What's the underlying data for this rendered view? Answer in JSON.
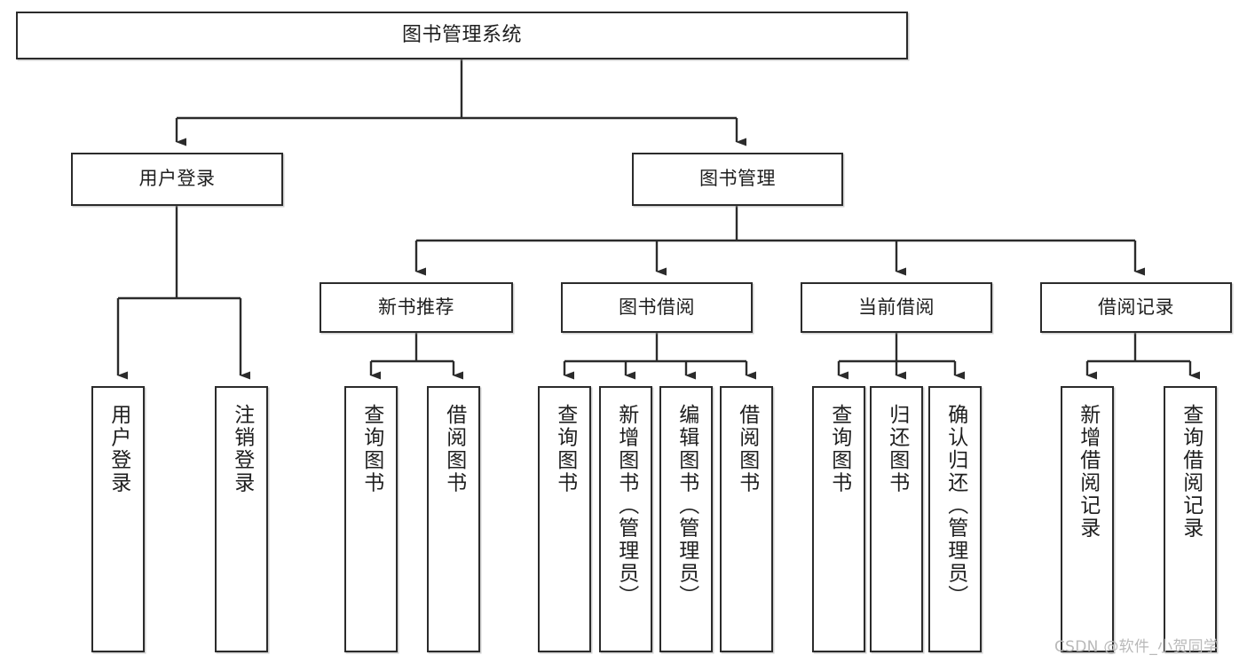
{
  "diagram": {
    "title": "图书管理系统",
    "type": "hierarchy-tree",
    "watermark": "CSDN @软件_小贺同学",
    "colors": {
      "border": "#2b2b2b",
      "background": "#ffffff",
      "text": "#1e1e1e",
      "connector": "#2b2b2b",
      "watermark": "#b9b9b9"
    },
    "nodes": {
      "root": {
        "label": "图书管理系统"
      },
      "level1": [
        {
          "label": "用户登录"
        },
        {
          "label": "图书管理"
        }
      ],
      "level2": [
        {
          "label": "新书推荐"
        },
        {
          "label": "图书借阅"
        },
        {
          "label": "当前借阅"
        },
        {
          "label": "借阅记录"
        }
      ],
      "leaves": {
        "user_login": [
          {
            "label": "用户登录"
          },
          {
            "label": "注销登录"
          }
        ],
        "new_book_recommend": [
          {
            "label": "查询图书"
          },
          {
            "label": "借阅图书"
          }
        ],
        "book_borrow": [
          {
            "label": "查询图书"
          },
          {
            "label": "新增图书（管理员）"
          },
          {
            "label": "编辑图书（管理员）"
          },
          {
            "label": "借阅图书"
          }
        ],
        "current_borrow": [
          {
            "label": "查询图书"
          },
          {
            "label": "归还图书"
          },
          {
            "label": "确认归还（管理员）"
          }
        ],
        "borrow_record": [
          {
            "label": "新增借阅记录"
          },
          {
            "label": "查询借阅记录"
          }
        ]
      }
    }
  }
}
